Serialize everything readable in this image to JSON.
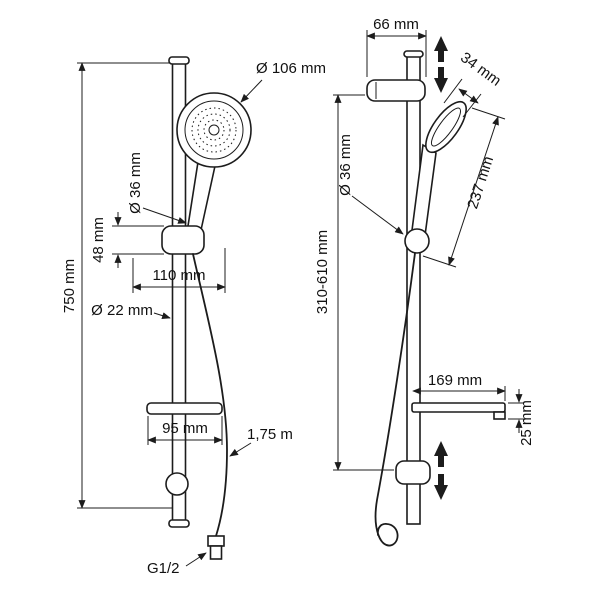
{
  "drawing": {
    "colors": {
      "line": "#1c1c1c",
      "background": "#ffffff"
    },
    "front_view": {
      "overall_height": "750 mm",
      "head_diameter": "Ø 106 mm",
      "holder_diameter": "Ø 36 mm",
      "holder_height": "48 mm",
      "head_offset": "110 mm",
      "bar_diameter": "Ø 22 mm",
      "shelf_width": "95 mm",
      "hose_length": "1,75 m",
      "connection_thread": "G1/2"
    },
    "side_view": {
      "wall_distance": "66 mm",
      "head_thickness": "34 mm",
      "head_length": "237 mm",
      "slider_diameter": "Ø 36 mm",
      "adjustment_range": "310-610 mm",
      "shelf_depth": "169 mm",
      "shelf_height": "25 mm"
    }
  }
}
